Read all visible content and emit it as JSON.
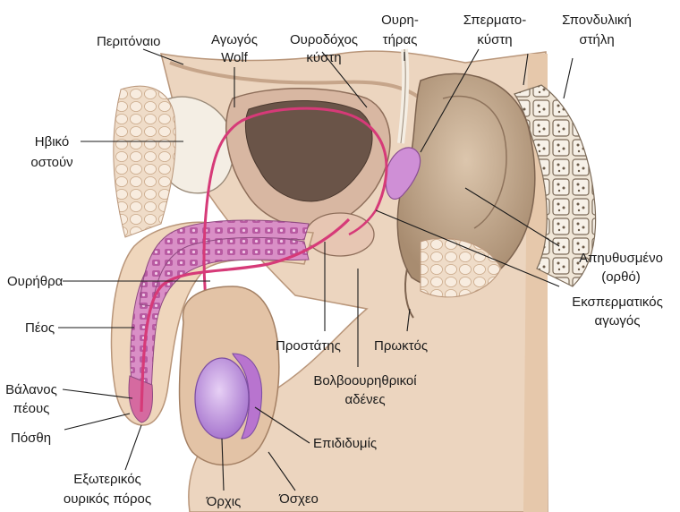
{
  "labels": {
    "peritoneum": "Περιτόναιο",
    "wolff_duct_1": "Αγωγός",
    "wolff_duct_2": "Wolf",
    "bladder_1": "Ουροδόχος",
    "bladder_2": "κύστη",
    "ureter_1": "Ουρη-",
    "ureter_2": "τήρας",
    "seminal_vesicle_1": "Σπερματο-",
    "seminal_vesicle_2": "κύστη",
    "spine_1": "Σπονδυλική",
    "spine_2": "στήλη",
    "pubic_bone_1": "Ηβικό",
    "pubic_bone_2": "οστούν",
    "rectum_1": "Απηυθυσμένο",
    "rectum_2": "(ορθό)",
    "urethra": "Ουρήθρα",
    "ejaculatory_duct_1": "Εκσπερματικός",
    "ejaculatory_duct_2": "αγωγός",
    "penis": "Πέος",
    "prostate": "Προστάτης",
    "anus": "Πρωκτός",
    "bulbourethral_1": "Βολβοουρηθρικοί",
    "bulbourethral_2": "αδένες",
    "glans_1": "Βάλανος",
    "glans_2": "πέους",
    "foreskin": "Πόσθη",
    "epididymis": "Επιδιδυμίς",
    "meatus_1": "Εξωτερικός",
    "meatus_2": "ουρικός πόρος",
    "testis": "Όρχις",
    "scrotum": "Όσχεο"
  },
  "colors": {
    "skin": "#efd6bc",
    "skin_edge": "#b9967a",
    "tissue": "#e8d0ba",
    "bone": "#f4eee4",
    "bone_edge": "#9a8a78",
    "duct": "#d63a78",
    "erectile": "#c96ab0",
    "testis": "#c79be0",
    "rectum": "#cdb49a",
    "bladder_cavity": "#6a5448"
  }
}
